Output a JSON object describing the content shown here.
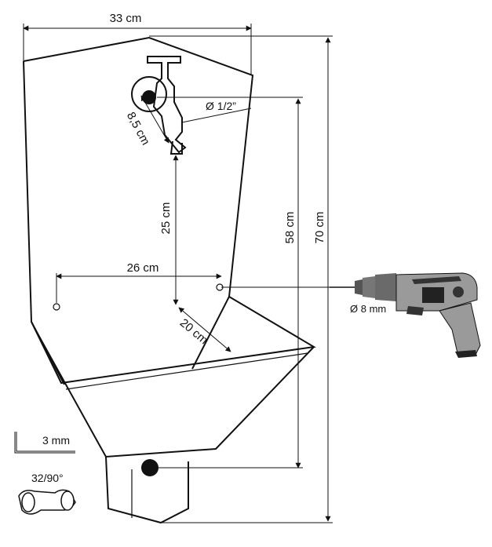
{
  "dimensions": {
    "width_top": "33 cm",
    "height_total": "70 cm",
    "height_outlet": "58 cm",
    "tap_to_holes": "25 cm",
    "hole_spacing": "26 cm",
    "basin_depth": "20 cm",
    "tap_offset": "8,5 cm",
    "tap_thread": "Ø 1/2”",
    "drill_bit": "Ø 8 mm",
    "allen_key": "3 mm",
    "elbow": "32/90°"
  },
  "colors": {
    "ink": "#111111",
    "drill_grey": "#9a9a9a",
    "background": "#ffffff"
  },
  "icons": [
    "tap-icon",
    "drill-icon",
    "allen-key-icon",
    "elbow-pipe-icon"
  ]
}
